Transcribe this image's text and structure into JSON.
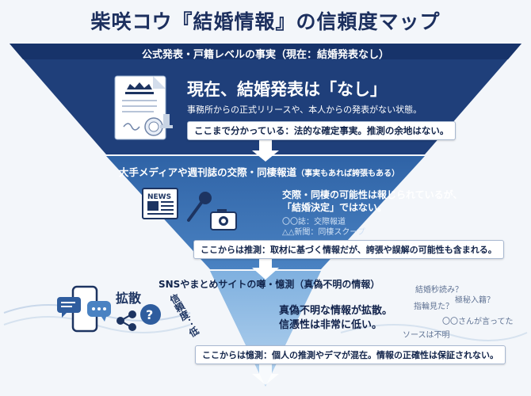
{
  "title": "柴咲コウ『結婚情報』の信頼度マップ",
  "tier1": {
    "header": "公式発表・戸籍レベルの事実（現在：結婚発表なし）",
    "headline": "現在、結婚発表は「なし」",
    "sub": "事務所からの正式リリースや、本人からの発表がない状態。",
    "callout": "ここまで分かっている：法的な確定事実。推測の余地はない。"
  },
  "tier2": {
    "header": "大手メディアや週刊誌の交際・同棲報道",
    "header_note": "（事実もあれば誇張もある）",
    "body_line1": "交際・同棲の可能性は報じられているが、",
    "body_line2": "「結婚決定」ではない。",
    "source1": "〇〇誌：交際報道",
    "source2": "△△新聞：同棲スクープ",
    "news_label": "NEWS",
    "callout": "ここからは推測：取材に基づく情報だが、誇張や誤解の可能性も含まれる。"
  },
  "tier3": {
    "header": "SNSやまとめサイトの噂・憶測（真偽不明の情報）",
    "spread_label": "拡散",
    "vertical_label": "信頼度：低",
    "body_line1": "真偽不明な情報が拡散。",
    "body_line2": "信憑性は非常に低い。",
    "rumors": [
      "結婚秒読み？",
      "極秘入籍？",
      "指輪見た？",
      "〇〇さんが言ってた",
      "ソースは不明"
    ],
    "question_mark": "?",
    "callout": "ここからは憶測：個人の推測やデマが混在。情報の正確性は保証されない。"
  },
  "colors": {
    "tier1": "#1f3f7a",
    "tier2": "#3d74b8",
    "tier3": "#8fb8e2",
    "arrow": "#ffffff",
    "icon_dark": "#1d3461"
  }
}
